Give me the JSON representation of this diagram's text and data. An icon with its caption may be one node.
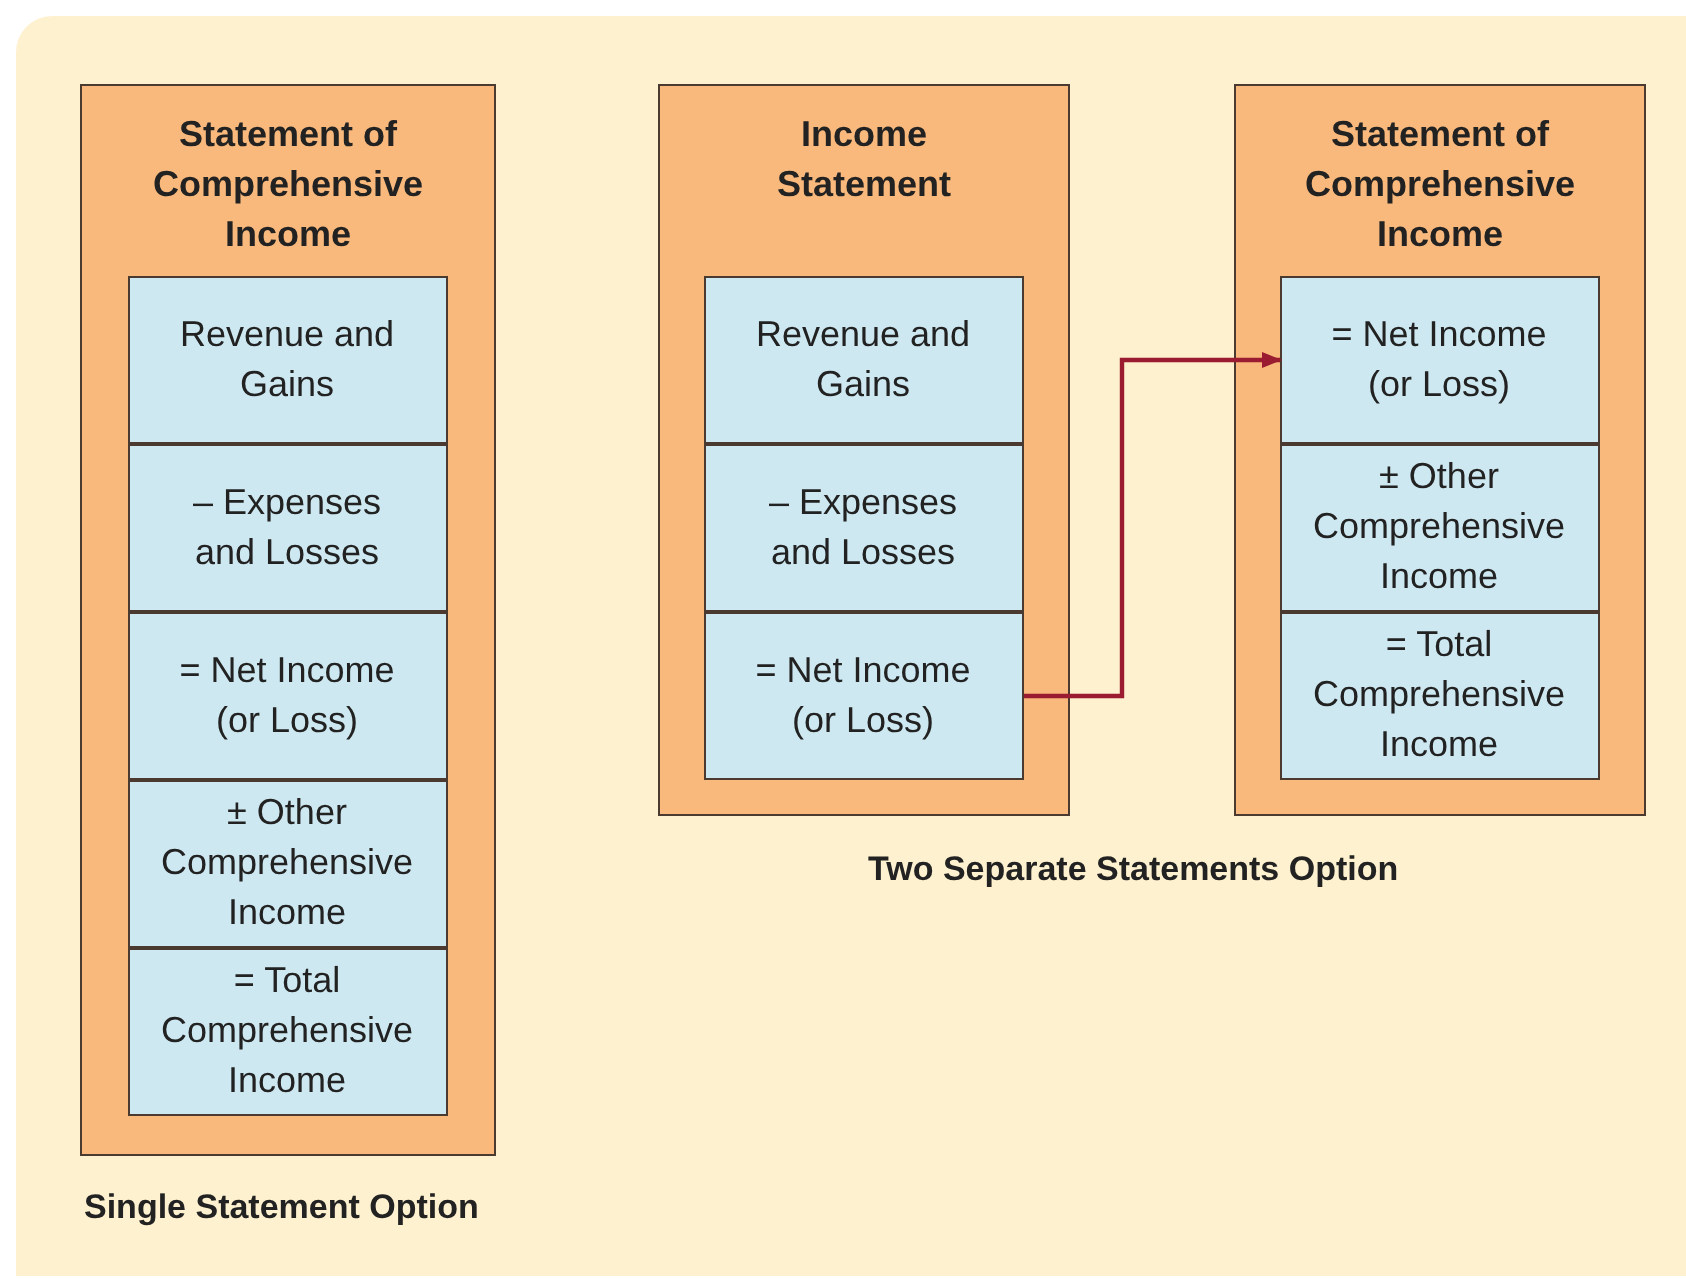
{
  "diagram": {
    "nodes": [
      {
        "text": [
          "Statement of Comprehensive Income"
        ]
      },
      {
        "text": [
          "Revenue and Gains"
        ],
        "in": 0
      },
      {
        "text": [
          "– Expenses and Losses"
        ],
        "in": 0
      },
      {
        "text": [
          "= Net Income (or Loss)"
        ],
        "in": 0
      },
      {
        "text": [
          "± Other Comprehensive Income"
        ],
        "in": 0
      },
      {
        "text": [
          "= Total Comprehensive Income"
        ],
        "in": 0
      },
      {
        "text": [
          "Income Statement"
        ]
      },
      {
        "text": [
          "Revenue and Gains"
        ],
        "in": 6
      },
      {
        "text": [
          "– Expenses and Losses"
        ],
        "in": 6
      },
      {
        "text": [
          "= Net Income (or Loss)"
        ],
        "in": 6
      },
      {
        "text": [
          "Statement of Comprehensive Income"
        ]
      },
      {
        "text": [
          "= Net Income (or Loss)"
        ],
        "in": 10
      },
      {
        "text": [
          "± Other Comprehensive Income"
        ],
        "in": 10
      },
      {
        "text": [
          "= Total Comprehensive Income"
        ],
        "in": 10
      }
    ],
    "edges": [
      {
        "from": 9,
        "to": 11,
        "arrow": "to",
        "color": "#9b1b30"
      }
    ],
    "labels": [
      "Two Separate Statements Option",
      "Single Statement Option"
    ]
  }
}
